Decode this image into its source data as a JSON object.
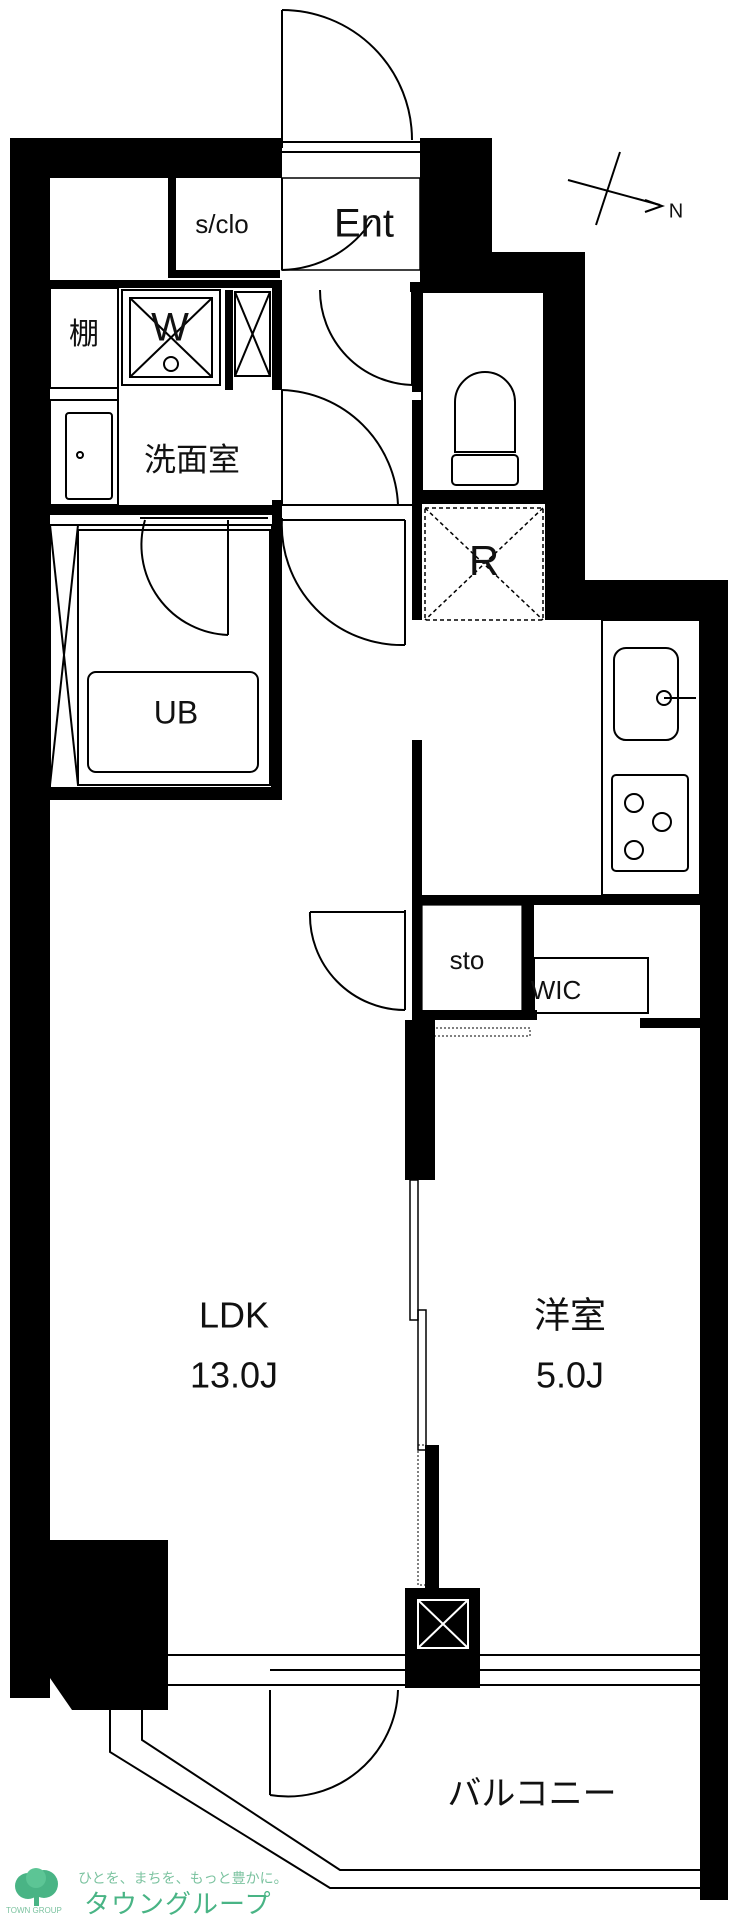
{
  "rooms": {
    "entrance": "Ent",
    "shoe_closet": "s/clo",
    "shelf": "棚",
    "washer": "W",
    "washroom": "洗面室",
    "bath": "UB",
    "refrigerator": "R",
    "storage": "sto",
    "walk_in_closet": "WIC",
    "ldk_name": "LDK",
    "ldk_size": "13.0J",
    "bedroom_name": "洋室",
    "bedroom_size": "5.0J",
    "balcony": "バルコニー"
  },
  "compass": {
    "north": "N"
  },
  "brand": {
    "tagline": "ひとを、まちを、もっと豊かに。",
    "name": "タウングループ",
    "sub": "TOWN GROUP"
  },
  "colors": {
    "wall": "#000000",
    "logo": "#49b485"
  }
}
